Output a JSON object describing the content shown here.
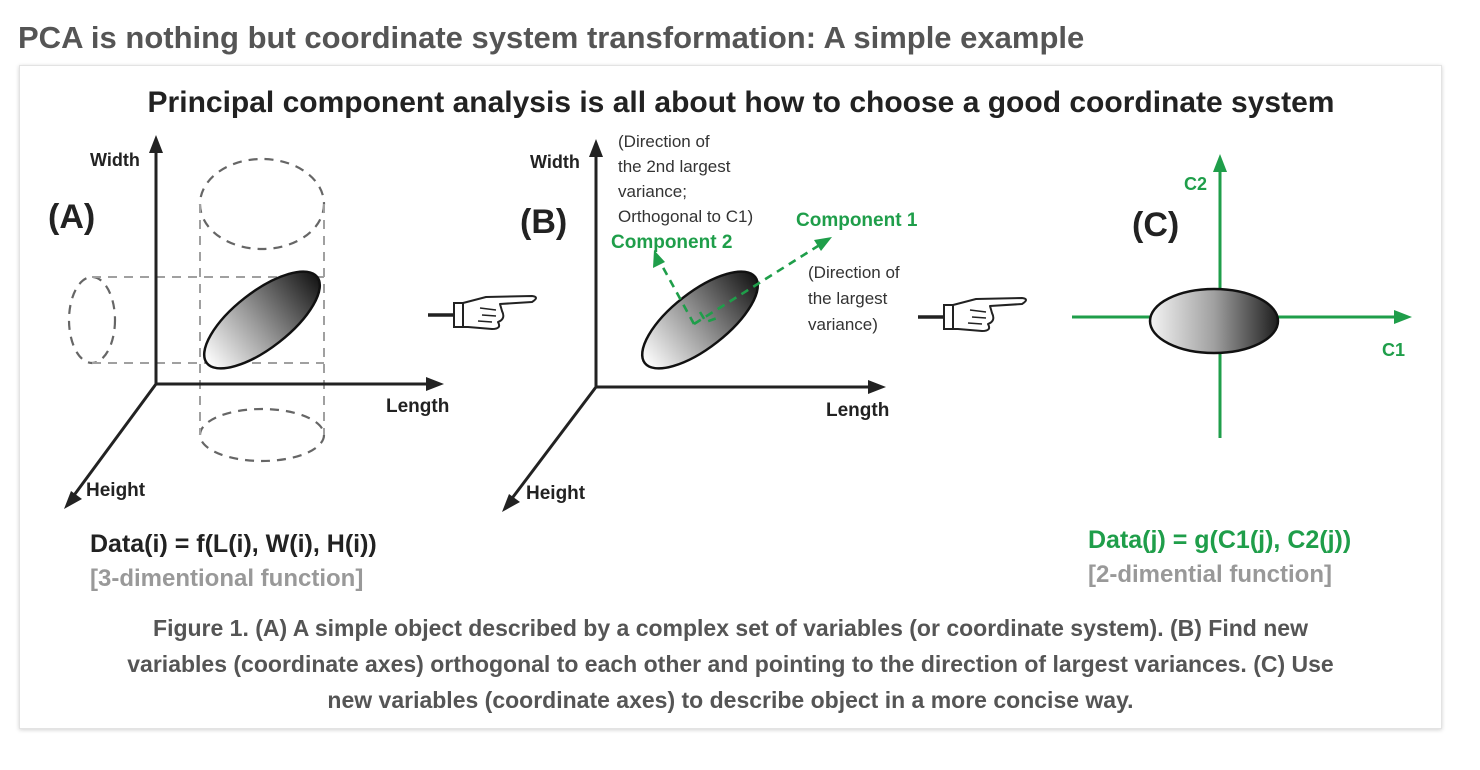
{
  "page": {
    "heading": "PCA is nothing but coordinate system transformation: A simple example"
  },
  "figure": {
    "title": "Principal component analysis is all about how to choose a good coordinate system",
    "panel_a": {
      "label": "(A)",
      "axis_width": "Width",
      "axis_length": "Length",
      "axis_height": "Height",
      "formula": "Data(i) = f(L(i), W(i), H(i))",
      "formula_note": "[3-dimentional function]"
    },
    "panel_b": {
      "label": "(B)",
      "axis_width": "Width",
      "axis_length": "Length",
      "axis_height": "Height",
      "note_component2": [
        "(Direction of",
        "the 2nd largest",
        "variance;",
        "Orthogonal to C1)"
      ],
      "component1": "Component 1",
      "component2": "Component 2",
      "note_component1": [
        "(Direction of",
        "the largest",
        "variance)"
      ]
    },
    "panel_c": {
      "label": "(C)",
      "axis_c1": "C1",
      "axis_c2": "C2",
      "formula": "Data(j) = g(C1(j), C2(j))",
      "formula_note": "[2-dimential function]"
    },
    "caption_lines": [
      "Figure 1. (A) A simple object described by a complex set of variables (or coordinate system). (B) Find new",
      "variables (coordinate axes) orthogonal to each other and pointing to the direction of largest variances. (C) Use",
      "new variables (coordinate axes) to describe object in a more concise way."
    ],
    "colors": {
      "heading_gray": "#555555",
      "ink": "#222222",
      "component_green": "#1f9e4a",
      "dashed_gray": "#9a9a9a",
      "note_gray": "#888888"
    }
  }
}
